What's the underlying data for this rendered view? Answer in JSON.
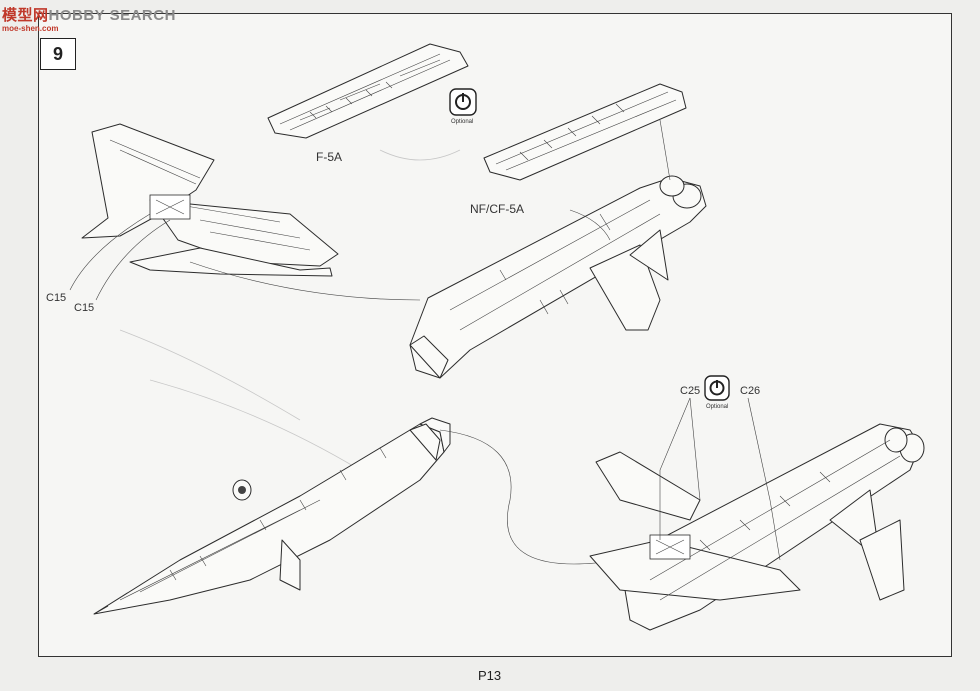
{
  "watermark": {
    "brand_a": "模型网",
    "brand_b": "HOBBY SEARCH",
    "url": "moe-shen.com"
  },
  "step": {
    "number": "9"
  },
  "labels": {
    "variant_a": "F-5A",
    "variant_b": "NF/CF-5A",
    "part_c15_a": "C15",
    "part_c15_b": "C15",
    "part_c25": "C25",
    "part_c26": "C26",
    "optional_a": "Optional",
    "optional_b": "Optional"
  },
  "icons": {
    "optional_symbol": "optional-part-icon"
  },
  "footer": {
    "page": "P13"
  }
}
